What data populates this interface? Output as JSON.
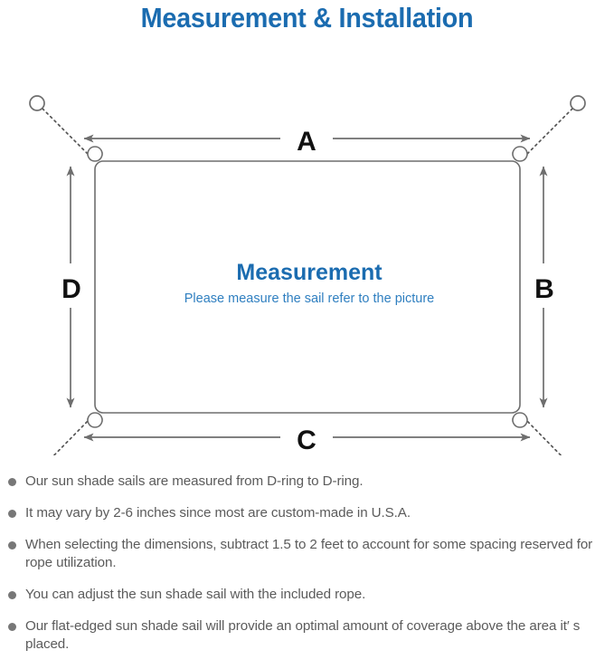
{
  "header": {
    "title": "Measurement & Installation",
    "title_color": "#1b6cb0"
  },
  "diagram": {
    "center_label": "Measurement",
    "center_sublabel": "Please measure the sail refer to the picture",
    "center_label_color": "#1b6cb0",
    "center_sublabel_color": "#2f7fc0",
    "line_color": "#6e6e6e",
    "sail_fill": "#ffffff",
    "dimension_labels": {
      "top": "A",
      "right": "B",
      "bottom": "C",
      "left": "D"
    },
    "icon_names": {
      "anchor_ring": "anchor-ring-icon",
      "d_ring": "d-ring-icon",
      "rope": "rope-dotted-line-icon",
      "dimension_arrow": "dimension-arrow-icon"
    }
  },
  "notes": {
    "items": [
      "Our sun shade sails are measured from D-ring to D-ring.",
      "It may vary by 2-6 inches since most are custom-made in U.S.A.",
      "When selecting the dimensions, subtract 1.5 to 2 feet to account for some spacing reserved for rope utilization.",
      "You can adjust the sun shade sail with the included rope.",
      "Our flat-edged sun shade sail will provide an optimal amount of coverage above the area it′ s placed."
    ]
  }
}
